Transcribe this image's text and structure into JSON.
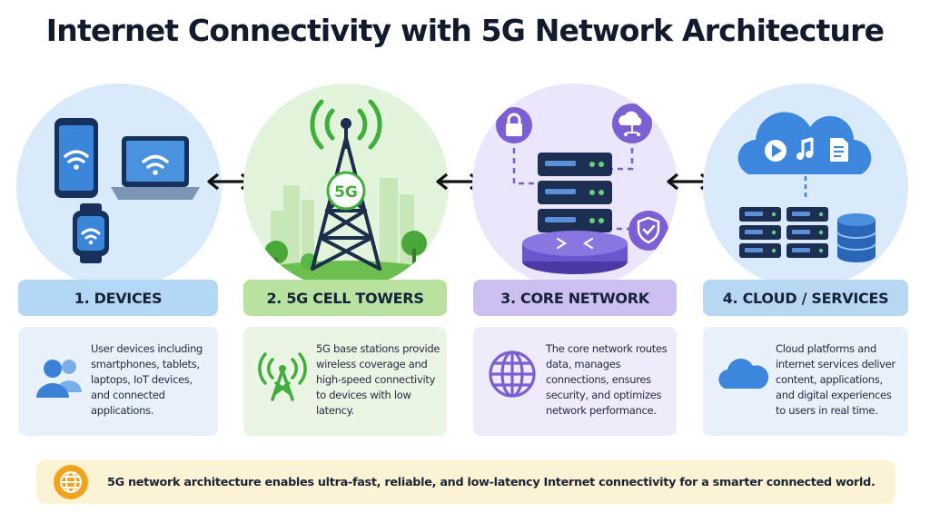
{
  "title": "Internet Connectivity with 5G Network Architecture",
  "stages": [
    {
      "label": "1. DEVICES",
      "description": "User devices including smartphones, tablets, laptops, IoT devices, and connected applications.",
      "illustration_icons": [
        "smartphone-icon",
        "laptop-icon",
        "smartwatch-icon",
        "wifi-icon"
      ],
      "card_icon": "users-icon",
      "color": "#3b82d6"
    },
    {
      "label": "2. 5G CELL TOWERS",
      "tower_badge": "5G",
      "description": "5G base stations provide wireless coverage and high-speed connectivity to devices with low latency.",
      "illustration_icons": [
        "cell-tower-icon",
        "signal-waves-icon",
        "tree-icon",
        "city-skyline-icon"
      ],
      "card_icon": "antenna-icon",
      "color": "#3fae3a"
    },
    {
      "label": "3. CORE NETWORK",
      "description": "The core network routes data, manages connections, ensures security, and optimizes network performance.",
      "illustration_icons": [
        "server-rack-icon",
        "router-icon",
        "lock-icon",
        "cloud-network-icon",
        "shield-icon"
      ],
      "card_icon": "globe-icon",
      "color": "#7b5fd3"
    },
    {
      "label": "4. CLOUD / SERVICES",
      "description": "Cloud platforms and internet services deliver content, applications, and digital experiences to users in real time.",
      "illustration_icons": [
        "cloud-icon",
        "play-icon",
        "music-note-icon",
        "document-icon",
        "server-icon",
        "database-icon"
      ],
      "card_icon": "cloud-icon",
      "color": "#3b82d6"
    }
  ],
  "connectors": [
    "double-arrow-icon",
    "double-arrow-icon",
    "double-arrow-icon"
  ],
  "banner": {
    "icon": "globe-icon",
    "text": "5G network architecture enables ultra-fast, reliable, and low-latency Internet connectivity for a smarter connected world."
  }
}
